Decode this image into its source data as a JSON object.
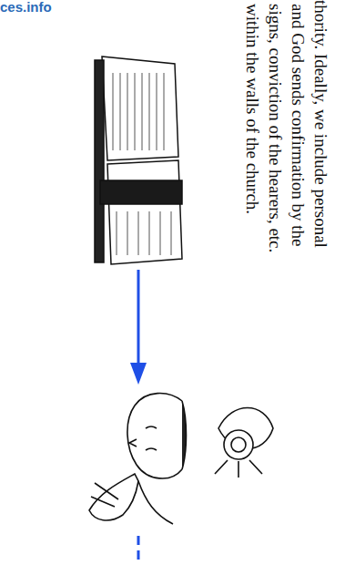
{
  "diagram": {
    "labels": [
      "ces.info",
      "thority. Ideally, we include personal",
      "and God sends confirmation by the",
      "signs, conviction of the hearers, etc.",
      "within the walls of the church."
    ]
  }
}
